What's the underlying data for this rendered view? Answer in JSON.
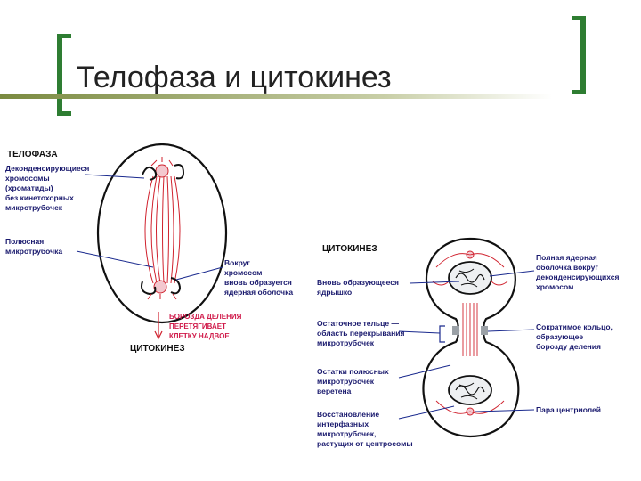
{
  "slide": {
    "title": "Телофаза и цитокинез",
    "accent_color": "#2e7d32"
  },
  "telophase": {
    "header": "ТЕЛОФАЗА",
    "label_decondensing": [
      "Деконденсирующиеся",
      "хромосомы",
      "(хроматиды)",
      "без кинетохорных",
      "микротрубочек"
    ],
    "label_polar": [
      "Полюсная",
      "микротрубочка"
    ],
    "label_envelope": [
      "Вокруг",
      "хромосом",
      "вновь образуется",
      "ядерная оболочка"
    ],
    "label_furrow": [
      "БОРОЗДА ДЕЛЕНИЯ",
      "ПЕРЕТЯГИВАЕТ",
      "КЛЕТКУ НАДВОЕ"
    ],
    "footer": "ЦИТОКИНЕЗ"
  },
  "cytokinesis": {
    "header": "ЦИТОКИНЕЗ",
    "left_labels": {
      "new_nucleolus": [
        "Вновь образующееся",
        "ядрышко"
      ],
      "residual_body": [
        "Остаточное тельце —",
        "область перекрывания",
        "микротрубочек"
      ],
      "spindle_remnants": [
        "Остатки полюсных",
        "микротрубочек",
        "веретена"
      ],
      "interphase": [
        "Восстановление",
        "интерфазных",
        "микротрубочек,",
        "растущих от центросомы"
      ]
    },
    "right_labels": {
      "full_envelope": [
        "Полная ядерная",
        "оболочка вокруг",
        "деконденсирующихся",
        "хромосом"
      ],
      "contractile_ring": [
        "Сократимое кольцо,",
        "образующее",
        "борозду деления"
      ],
      "centrioles": [
        "Пара центриолей"
      ]
    }
  }
}
